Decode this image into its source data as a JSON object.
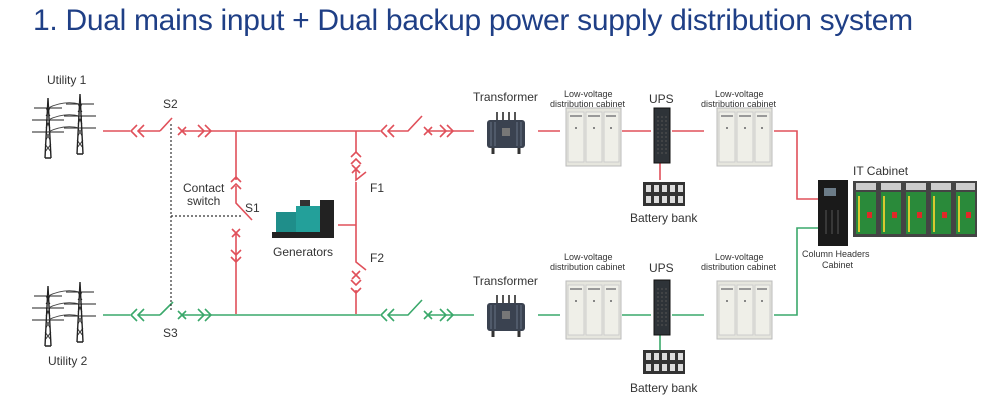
{
  "title": "1. Dual mains input + Dual backup power supply distribution system",
  "colors": {
    "title": "#1f3f86",
    "line_a": "#e0505a",
    "line_b": "#3aa86b",
    "control": "#333333"
  },
  "labels": {
    "utility1": "Utility 1",
    "utility2": "Utility 2",
    "s1": "S1",
    "s2": "S2",
    "s3": "S3",
    "f1": "F1",
    "f2": "F2",
    "contact_switch_1": "Contact",
    "contact_switch_2": "switch",
    "generators": "Generators",
    "transformer_a": "Transformer",
    "transformer_b": "Transformer",
    "lv_cab_a1_l1": "Low-voltage",
    "lv_cab_a1_l2": "distribution cabinet",
    "lv_cab_a2_l1": "Low-voltage",
    "lv_cab_a2_l2": "distribution cabinet",
    "lv_cab_b1_l1": "Low-voltage",
    "lv_cab_b1_l2": "distribution cabinet",
    "lv_cab_b2_l1": "Low-voltage",
    "lv_cab_b2_l2": "distribution cabinet",
    "ups_a": "UPS",
    "ups_b": "UPS",
    "battery_a": "Battery bank",
    "battery_b": "Battery bank",
    "it_cabinet": "IT Cabinet",
    "column_headers_1": "Column Headers",
    "column_headers_2": "Cabinet"
  }
}
